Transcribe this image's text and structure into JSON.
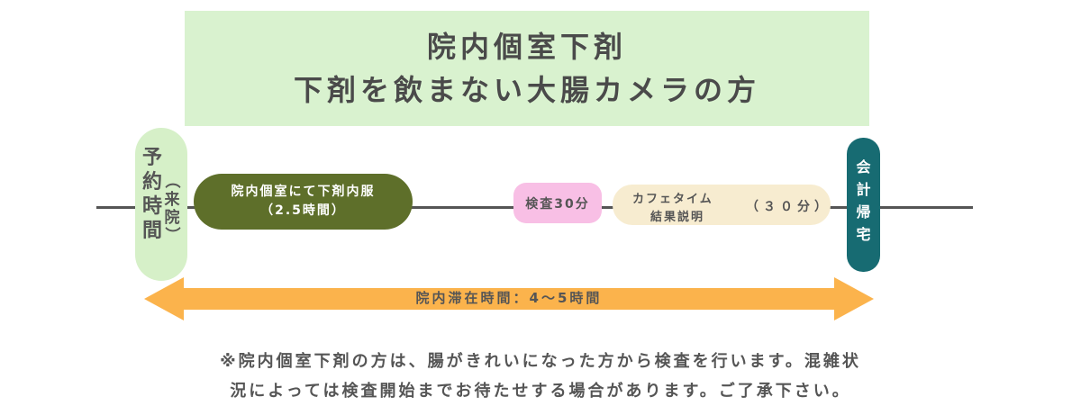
{
  "title": {
    "line1": "院内個室下剤",
    "line2": "下剤を飲まない大腸カメラの方"
  },
  "reserve": {
    "main": "予約時間",
    "sub_open": "︵",
    "sub": "来院",
    "sub_close": "︶"
  },
  "step1": {
    "line1": "院内個室にて下剤内服",
    "line2": "（2.5時間）"
  },
  "step2": {
    "label": "検査30分"
  },
  "step3": {
    "line1": "カフェタイム",
    "line2": "結果説明",
    "duration": "（３０分）"
  },
  "step4": {
    "label": "会計帰宅"
  },
  "stay": {
    "label": "院内滞在時間：4〜5時間"
  },
  "note": {
    "line1": "※院内個室下剤の方は、腸がきれいになった方から検査を行います。混雑状",
    "line2": "況によっては検査開始までお待たせする場合があります。ご了承下さい。"
  },
  "colors": {
    "title_bg": "#d9f2cf",
    "olive": "#5e6f2a",
    "pink": "#f8bfe5",
    "cream": "#f7ecd0",
    "teal": "#176b72",
    "arrow": "#fbb34c"
  }
}
